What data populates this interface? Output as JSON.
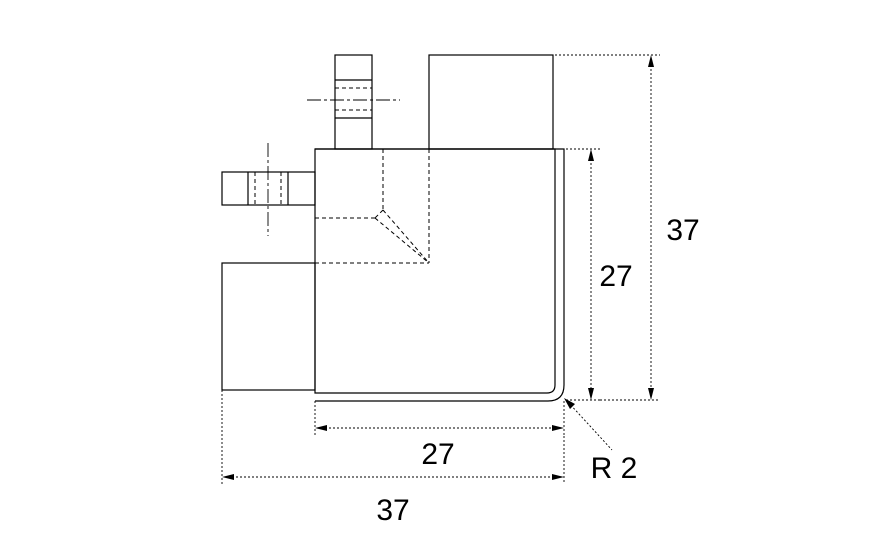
{
  "dimensions": {
    "top_width": "27",
    "total_width": "37",
    "right_height": "27",
    "total_height": "37",
    "radius": "R 2"
  }
}
